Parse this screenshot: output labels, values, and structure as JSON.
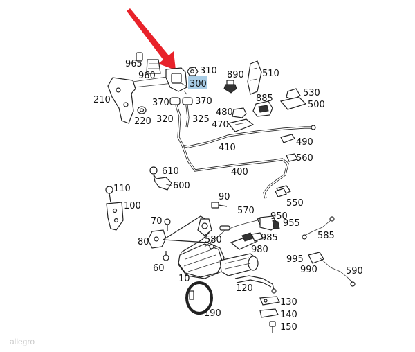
{
  "diagram": {
    "highlight_color": "#a9cde6",
    "arrow_color": "#e8222a",
    "highlighted_part": "300",
    "parts": [
      {
        "id": "965",
        "label": "965"
      },
      {
        "id": "960",
        "label": "960"
      },
      {
        "id": "310",
        "label": "310"
      },
      {
        "id": "300",
        "label": "300"
      },
      {
        "id": "890",
        "label": "890"
      },
      {
        "id": "510",
        "label": "510"
      },
      {
        "id": "210",
        "label": "210"
      },
      {
        "id": "370a",
        "label": "370"
      },
      {
        "id": "370b",
        "label": "370"
      },
      {
        "id": "885",
        "label": "885"
      },
      {
        "id": "530",
        "label": "530"
      },
      {
        "id": "500",
        "label": "500"
      },
      {
        "id": "220",
        "label": "220"
      },
      {
        "id": "320",
        "label": "320"
      },
      {
        "id": "325",
        "label": "325"
      },
      {
        "id": "480",
        "label": "480"
      },
      {
        "id": "470",
        "label": "470"
      },
      {
        "id": "410",
        "label": "410"
      },
      {
        "id": "490",
        "label": "490"
      },
      {
        "id": "560",
        "label": "560"
      },
      {
        "id": "610",
        "label": "610"
      },
      {
        "id": "400",
        "label": "400"
      },
      {
        "id": "600",
        "label": "600"
      },
      {
        "id": "110",
        "label": "110"
      },
      {
        "id": "550",
        "label": "550"
      },
      {
        "id": "90",
        "label": "90"
      },
      {
        "id": "100",
        "label": "100"
      },
      {
        "id": "570",
        "label": "570"
      },
      {
        "id": "950",
        "label": "950"
      },
      {
        "id": "70",
        "label": "70"
      },
      {
        "id": "955",
        "label": "955"
      },
      {
        "id": "585",
        "label": "585"
      },
      {
        "id": "80",
        "label": "80"
      },
      {
        "id": "580",
        "label": "580"
      },
      {
        "id": "985",
        "label": "985"
      },
      {
        "id": "980",
        "label": "980"
      },
      {
        "id": "995",
        "label": "995"
      },
      {
        "id": "60",
        "label": "60"
      },
      {
        "id": "990",
        "label": "990"
      },
      {
        "id": "590",
        "label": "590"
      },
      {
        "id": "10",
        "label": "10"
      },
      {
        "id": "120",
        "label": "120"
      },
      {
        "id": "130",
        "label": "130"
      },
      {
        "id": "190",
        "label": "190"
      },
      {
        "id": "140",
        "label": "140"
      },
      {
        "id": "150",
        "label": "150"
      }
    ]
  },
  "watermark": {
    "text": "allegro"
  }
}
